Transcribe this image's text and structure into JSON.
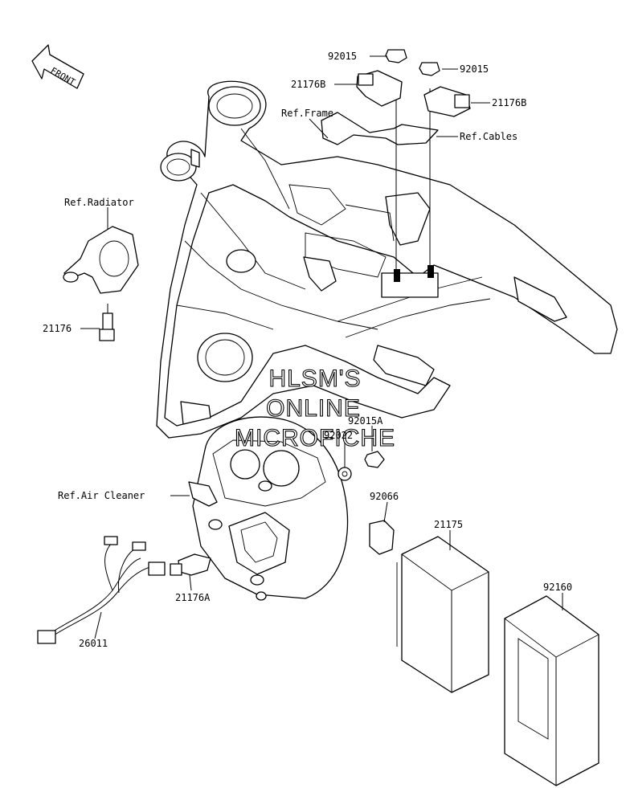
{
  "labels": {
    "front": "FRONT",
    "p92015_top": "92015",
    "p92015_right": "92015",
    "p21176B_left": "21176B",
    "p21176B_right": "21176B",
    "ref_frame": "Ref.Frame",
    "ref_cables": "Ref.Cables",
    "ref_radiator": "Ref.Radiator",
    "p21176": "21176",
    "p92015A": "92015A",
    "p92022": "92022",
    "ref_air_cleaner": "Ref.Air Cleaner",
    "p92066": "92066",
    "p21175": "21175",
    "p92160": "92160",
    "p21176A": "21176A",
    "p26011": "26011"
  },
  "watermark": {
    "line1": "HLSM'S",
    "line2": "ONLINE",
    "line3": "MICROFICHE"
  }
}
